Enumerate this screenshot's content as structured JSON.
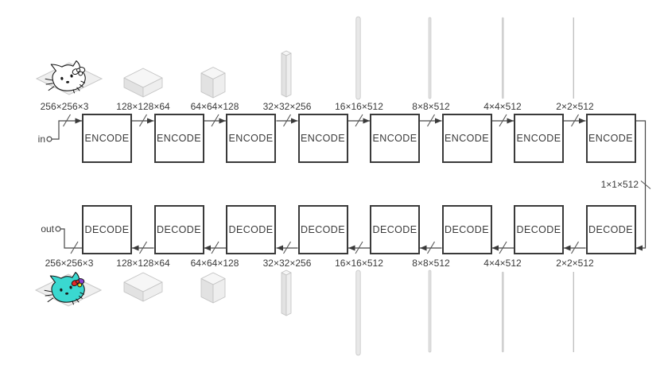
{
  "encoder": {
    "box_label": "ENCODE",
    "input_port": "in",
    "stage_labels": [
      "256×256×3",
      "128×128×64",
      "64×64×128",
      "32×32×256",
      "16×16×512",
      "8×8×512",
      "4×4×512",
      "2×2×512"
    ]
  },
  "decoder": {
    "box_label": "DECODE",
    "output_port": "out",
    "stage_labels": [
      "256×256×3",
      "128×128×64",
      "64×64×128",
      "32×32×256",
      "16×16×512",
      "8×8×512",
      "4×4×512",
      "2×2×512"
    ]
  },
  "bottleneck_label": "1×1×512",
  "icons": {
    "input_image": "hello-kitty-line-drawing-on-plane",
    "output_image": "hello-kitty-colorized-on-plane",
    "feature_maps": "isometric-tensor-blocks"
  },
  "colors": {
    "box_border": "#3a3a3a",
    "text": "#3a3a3a",
    "wire": "#474747",
    "tensor_fill": "#ececec",
    "tensor_stroke": "#c2c2c2",
    "kitty_face": "#3ad8d0",
    "bow_red": "#e52828",
    "bow_purple": "#8a3fd1",
    "bow_yellow": "#d9d921"
  }
}
